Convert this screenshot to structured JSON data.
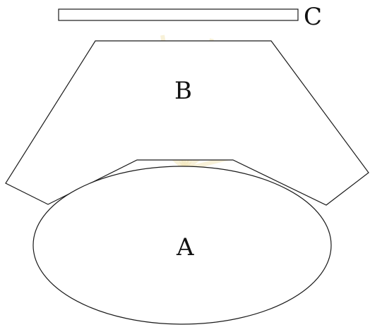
{
  "diagram": {
    "labels": {
      "a": "A",
      "b": "B",
      "c": "C"
    },
    "colors": {
      "stroke": "#1a1a1a",
      "fill": "#ffffff",
      "watermark": "#f3e6b8"
    }
  }
}
